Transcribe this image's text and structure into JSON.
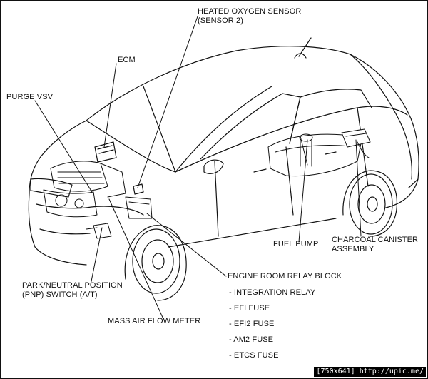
{
  "labels": {
    "heated_oxygen_sensor": "HEATED OXYGEN SENSOR",
    "sensor_2": "(SENSOR 2)",
    "ecm": "ECM",
    "purge_vsv": "PURGE VSV",
    "fuel_pump": "FUEL PUMP",
    "charcoal_canister": "CHARCOAL CANISTER",
    "assembly": "ASSEMBLY",
    "park_neutral_position": "PARK/NEUTRAL POSITION",
    "pnp_switch": "(PNP) SWITCH (A/T)",
    "mass_air_flow_meter": "MASS AIR FLOW METER",
    "engine_room_relay_block": "ENGINE ROOM RELAY BLOCK"
  },
  "relay_block_items": [
    "- INTEGRATION RELAY",
    "- EFI FUSE",
    "- EFI2 FUSE",
    "- AM2 FUSE",
    "- ETCS FUSE"
  ],
  "watermark": "[750x641] http://upic.me/",
  "colors": {
    "line": "#111111",
    "background": "#ffffff",
    "watermark_bg": "#000000"
  }
}
